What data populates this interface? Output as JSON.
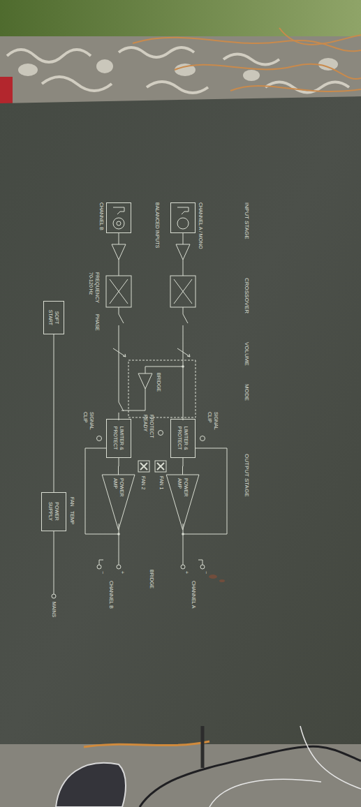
{
  "diagram": {
    "nodes": [
      {
        "text": [
          "CHANNEL A / MONO"
        ]
      },
      {
        "text": [
          "CHANNEL B"
        ]
      },
      {
        "text": [
          "SOFT START"
        ]
      },
      {
        "text": [
          "LIMITER & PROTECT"
        ]
      },
      {
        "text": [
          "LIMITER & PROTECT"
        ]
      },
      {
        "text": [
          "POWER AMP"
        ]
      },
      {
        "text": [
          "POWER AMP"
        ]
      },
      {
        "text": [
          "POWER SUPPLY"
        ]
      }
    ],
    "edges": [
      {
        "from": 3,
        "to": 5,
        "arrow": "none"
      },
      {
        "from": 4,
        "to": 6,
        "arrow": "none"
      },
      {
        "from": 2,
        "to": 7,
        "arrow": "none"
      }
    ],
    "labels": [
      "INPUT STAGE",
      "CROSSOVER",
      "VOLUME",
      "MODE",
      "OUTPUT STAGE",
      "BALANCED INPUTS",
      "FREQUENCY 70-120 Hz",
      "PHASE",
      "BRIDGE",
      "SIGNAL CLIP",
      "PROTECT READY",
      "SIGNAL CLIP",
      "FAN 1",
      "FAN 2",
      "FAN",
      "TEMP",
      "−",
      "+",
      "+",
      "−",
      "CHANNEL A",
      "BRIDGE",
      "CHANNEL B",
      "MAINS"
    ]
  }
}
